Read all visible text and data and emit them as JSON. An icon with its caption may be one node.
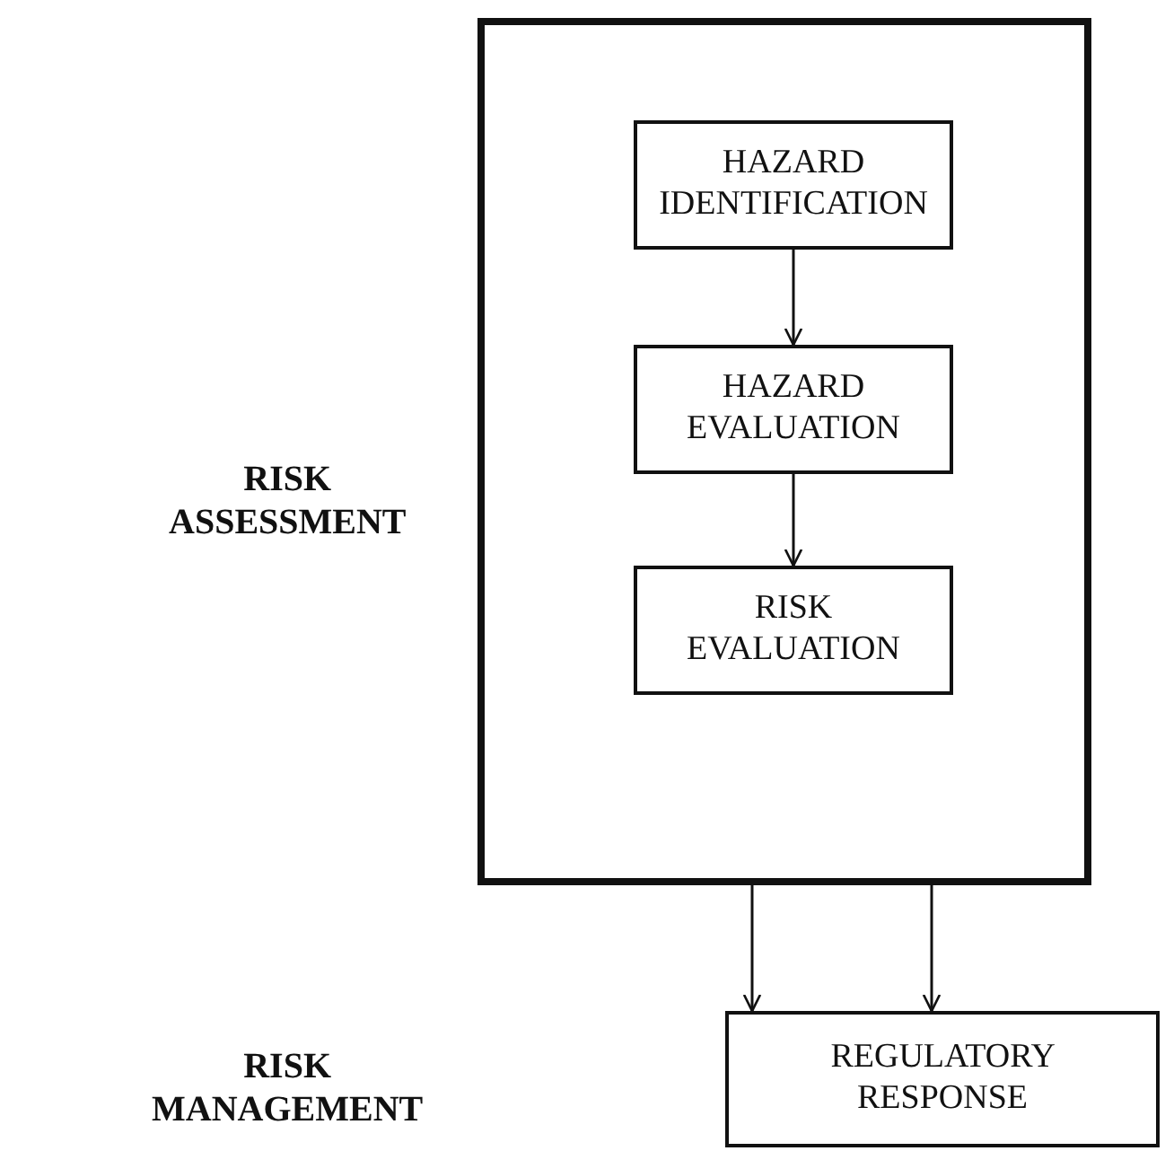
{
  "diagram": {
    "nodes": [
      {
        "text": [],
        "shape": "box"
      },
      {
        "text": [
          "HAZARD IDENTIFICATION"
        ],
        "in": 0
      },
      {
        "text": [
          "HAZARD EVALUATION"
        ],
        "in": 0
      },
      {
        "text": [
          "RISK EVALUATION"
        ],
        "in": 0
      },
      {
        "text": [
          "REGULATORY RESPONSE"
        ]
      }
    ],
    "edges": [
      {
        "from": 1,
        "to": 2,
        "arrow": "to"
      },
      {
        "from": 2,
        "to": 3,
        "arrow": "to"
      },
      {
        "from": 0,
        "to": 4,
        "arrow": "to"
      },
      {
        "from": 0,
        "to": 4,
        "arrow": "to"
      }
    ],
    "labels": [
      "RISK ASSESSMENT",
      "RISK MANAGEMENT"
    ]
  }
}
